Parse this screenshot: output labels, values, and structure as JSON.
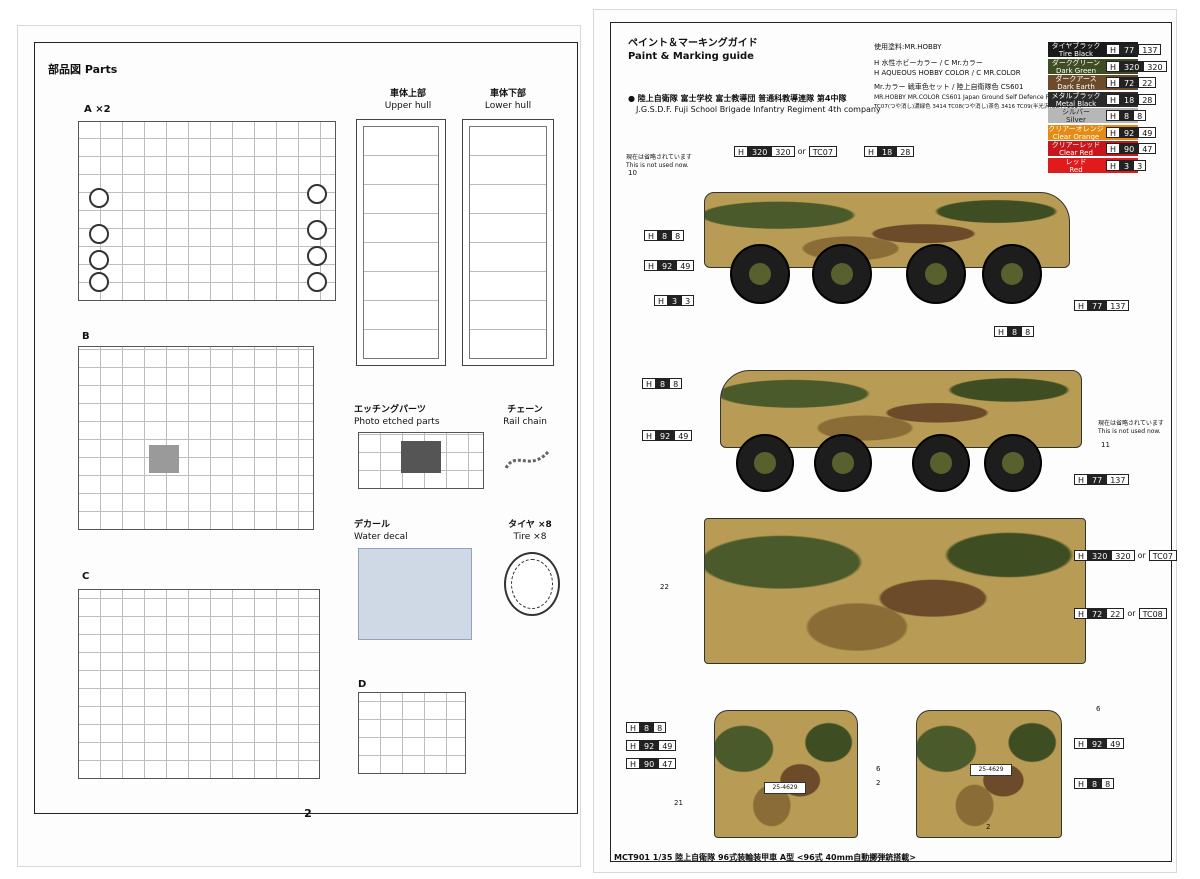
{
  "left_page": {
    "section_title": "部品図  Parts",
    "groups": {
      "a": "A ×2",
      "b": "B",
      "c": "C",
      "d": "D"
    },
    "upper_hull": {
      "jp": "車体上部",
      "en": "Upper hull"
    },
    "lower_hull": {
      "jp": "車体下部",
      "en": "Lower hull"
    },
    "photo_etched": {
      "jp": "エッチングパーツ",
      "en": "Photo etched parts"
    },
    "rail_chain": {
      "jp": "チェーン",
      "en": "Rail chain"
    },
    "water_decal": {
      "jp": "デカール",
      "en": "Water decal"
    },
    "tire": {
      "jp": "タイヤ ×8",
      "en": "Tire ×8"
    },
    "page_number": "2"
  },
  "right_page": {
    "title_jp": "ペイント＆マーキングガイド",
    "title_en": "Paint & Marking guide",
    "unit_jp": "● 陸上自衛隊  富士学校 富士教導団  普通科教導連隊  第4中隊",
    "unit_en": "J.G.S.D.F.  Fuji School Brigade  Infantry Regiment  4th company",
    "paint_used": "使用塗料:MR.HOBBY",
    "paint_brand_line1": "H 水性ホビーカラー / C Mr.カラー",
    "paint_brand_line2": "H AQUEOUS HOBBY COLOR / C MR.COLOR",
    "paint_set_jp": "Mr.カラー 戦車色セット / 陸上自衛隊色 CS601",
    "paint_set_en": "MR.HOBBY MR.COLOR CS601  Japan Ground Self Defence Force paint set",
    "paint_set_tc": "TC07(つや消し)濃緑色 3414   TC08(つや消し)茶色 3416   TC09(半光沢)OD色 2314",
    "not_used_note_jp": "現在は省略されています",
    "not_used_note_en": "This is not used now.",
    "footer": "MCT901  1/35 陸上自衛隊 96式装輪装甲車 A型 <96式 40mm自動擲弾銃搭載>",
    "legend": [
      {
        "jp": "タイヤブラック",
        "en": "Tire Black",
        "h": "77",
        "c": "137",
        "color": "#1a1a1a"
      },
      {
        "jp": "ダークグリーン",
        "en": "Dark Green",
        "h": "320",
        "c": "320",
        "color": "#3e4d22"
      },
      {
        "jp": "ダークアース",
        "en": "Dark Earth",
        "h": "72",
        "c": "22",
        "color": "#6b4b2a"
      },
      {
        "jp": "メタルブラック",
        "en": "Metal Black",
        "h": "18",
        "c": "28",
        "color": "#2b2b2b"
      },
      {
        "jp": "シルバー",
        "en": "Silver",
        "h": "8",
        "c": "8",
        "color": "#b7b7b7"
      },
      {
        "jp": "クリアーオレンジ",
        "en": "Clear Orange",
        "h": "92",
        "c": "49",
        "color": "#e58a12"
      },
      {
        "jp": "クリアーレッド",
        "en": "Clear Red",
        "h": "90",
        "c": "47",
        "color": "#c8161d"
      },
      {
        "jp": "レッド",
        "en": "Red",
        "h": "3",
        "c": "3",
        "color": "#e01b1b"
      }
    ],
    "callouts": {
      "side1_dg": {
        "h": "320",
        "c": "320",
        "alt": "TC07"
      },
      "side1_mb": {
        "h": "18",
        "c": "28"
      },
      "side1_silver": {
        "h": "8",
        "c": "8"
      },
      "side1_orange": {
        "h": "92",
        "c": "49"
      },
      "side1_red": {
        "h": "3",
        "c": "3"
      },
      "side1_tire": {
        "h": "77",
        "c": "137"
      },
      "side2_silver_top": {
        "h": "8",
        "c": "8"
      },
      "side2_silver": {
        "h": "8",
        "c": "8"
      },
      "side2_orange": {
        "h": "92",
        "c": "49"
      },
      "side2_tire": {
        "h": "77",
        "c": "137"
      },
      "top_dg": {
        "h": "320",
        "c": "320",
        "alt": "TC07"
      },
      "top_de": {
        "h": "72",
        "c": "22",
        "alt": "TC08"
      },
      "rear_silver": {
        "h": "8",
        "c": "8"
      },
      "rear_orange": {
        "h": "92",
        "c": "49"
      },
      "rear_clearred": {
        "h": "90",
        "c": "47"
      },
      "front_orange": {
        "h": "92",
        "c": "49"
      },
      "front_silver": {
        "h": "8",
        "c": "8"
      }
    },
    "or_word": "or",
    "markers": {
      "n10": "10",
      "n11": "11",
      "n22": "22",
      "n21": "21",
      "n6a": "6",
      "n2a": "2",
      "n6b": "6",
      "n2b": "2"
    },
    "plates": {
      "rear": "25-4629",
      "front": "25-4629"
    }
  }
}
